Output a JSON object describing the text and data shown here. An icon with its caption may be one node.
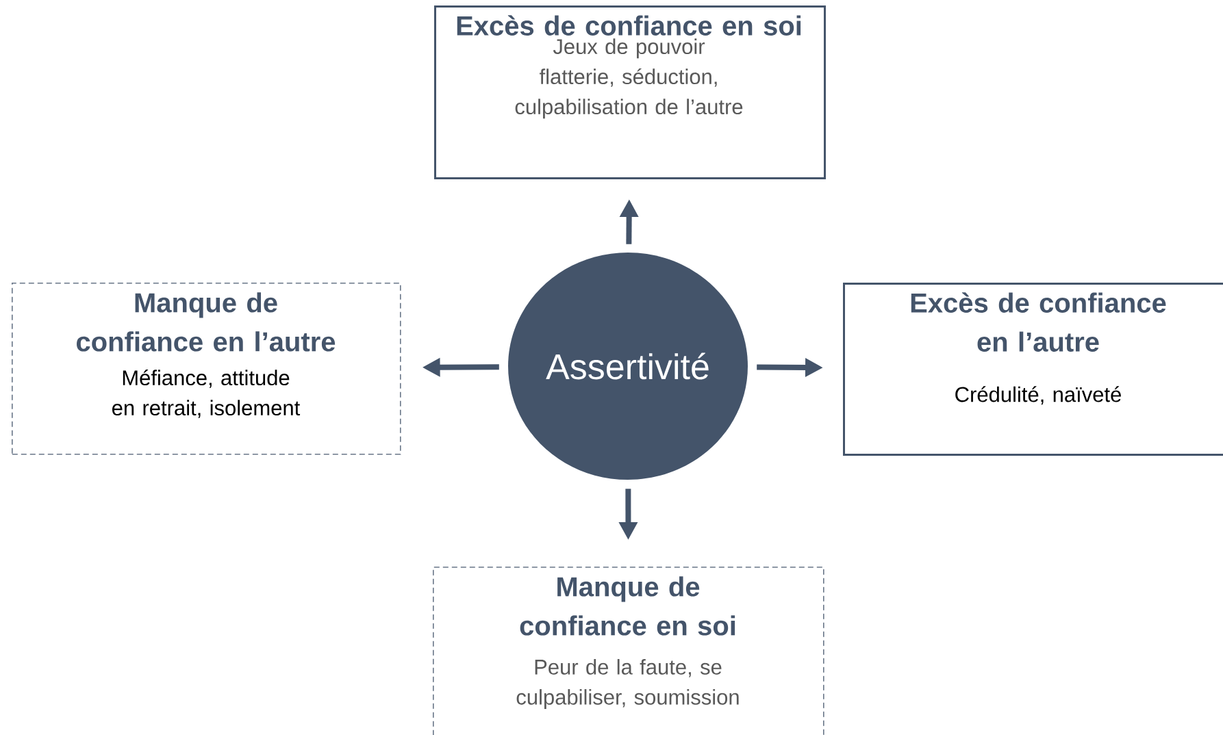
{
  "diagram": {
    "nodes": [
      {
        "text": [
          "Excès de confiance en soi",
          "Jeux de pouvoir flatterie, séduction, culpabilisation de l’autre"
        ]
      },
      {
        "text": [
          "Manque de confiance en l’autre",
          "Méfiance, attitude en retrait, isolement"
        ]
      },
      {
        "text": [
          "Assertivité"
        ]
      },
      {
        "text": [
          "Excès de confiance en l’autre",
          "Crédulité, naïveté"
        ]
      },
      {
        "text": [
          "Manque de confiance en soi",
          "Peur de la faute, se culpabiliser, soumission"
        ]
      }
    ],
    "edges": [
      {
        "from": 2,
        "to": 0,
        "arrow": "to"
      },
      {
        "from": 2,
        "to": 1,
        "arrow": "to"
      },
      {
        "from": 2,
        "to": 3,
        "arrow": "to"
      },
      {
        "from": 2,
        "to": 4,
        "arrow": "to"
      }
    ]
  }
}
